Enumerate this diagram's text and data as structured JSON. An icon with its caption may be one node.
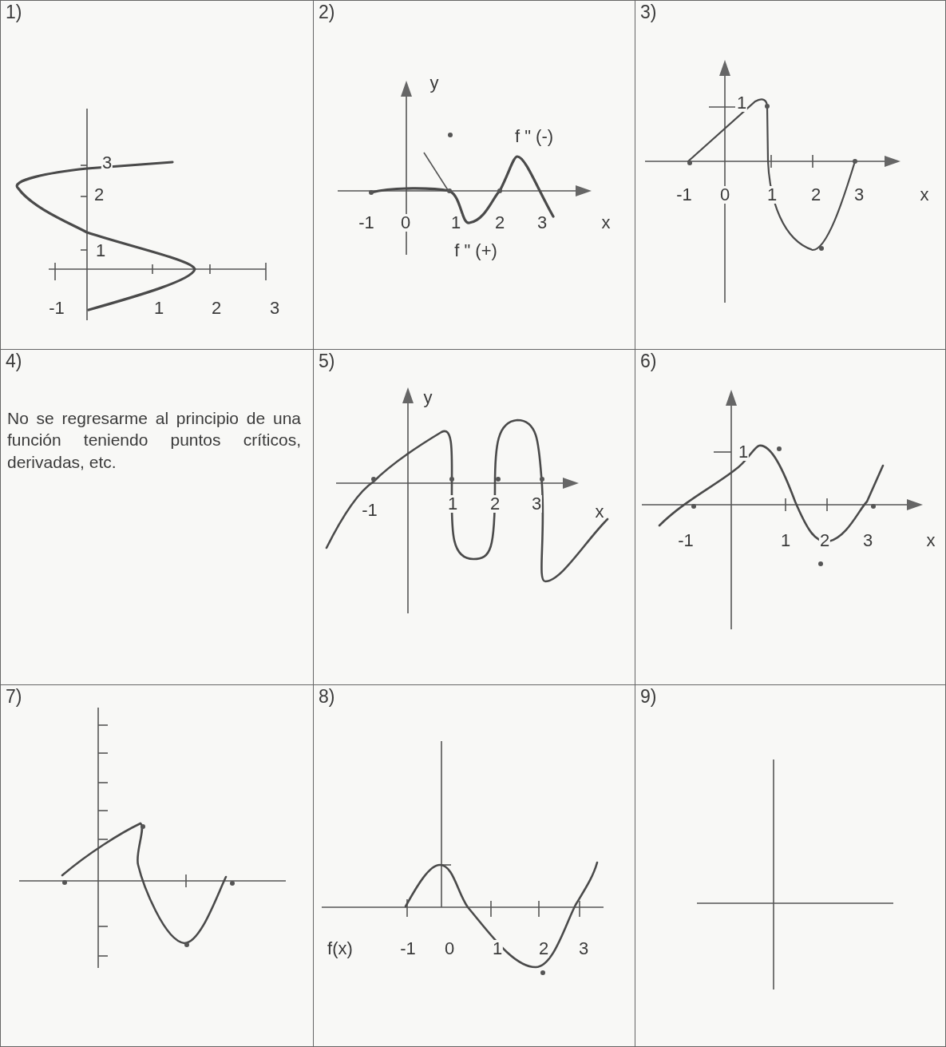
{
  "diagram": {
    "nodes": [
      {
        "text": [
          "1)"
        ]
      },
      {
        "text": [
          "2)"
        ]
      },
      {
        "text": [
          "3)"
        ]
      },
      {
        "text": [
          "4)",
          "No se regresarme al principio de una función teniendo puntos críticos, derivadas, etc."
        ]
      },
      {
        "text": [
          "5)"
        ]
      },
      {
        "text": [
          "6)"
        ]
      },
      {
        "text": [
          "7)"
        ]
      },
      {
        "text": [
          "8)"
        ]
      },
      {
        "text": [
          "9)"
        ]
      }
    ],
    "edges": [],
    "labels": [
      "3",
      "2",
      "1",
      "-1",
      "1",
      "2",
      "3",
      "y",
      "f \" (-)",
      "-1",
      "0",
      "1",
      "2",
      "3",
      "x",
      "f \" (+)",
      "1",
      "-1",
      "0",
      "1",
      "2",
      "3",
      "x",
      "y",
      "-1",
      "1",
      "2",
      "3",
      "x",
      "1",
      "-1",
      "1",
      "2",
      "3",
      "x",
      "f(x)",
      "-1",
      "0",
      "1",
      "2",
      "3"
    ]
  }
}
